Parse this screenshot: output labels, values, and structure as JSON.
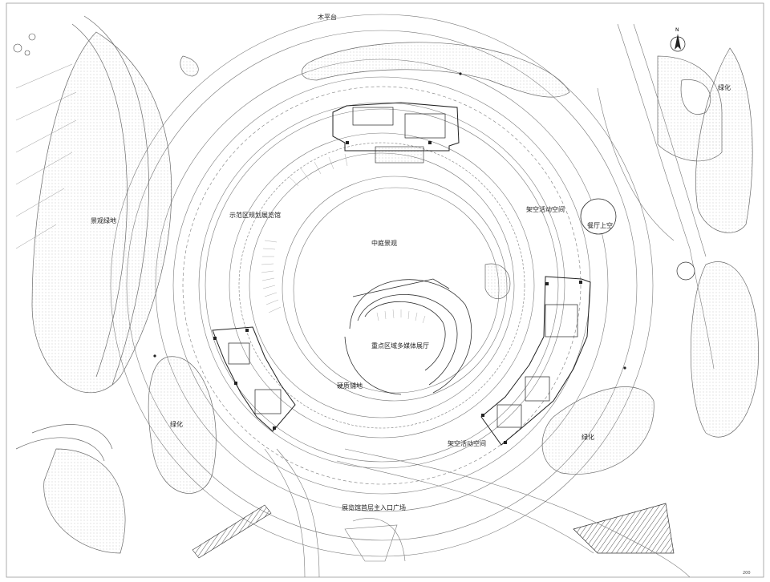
{
  "labels": {
    "wood_deck": "木平台",
    "landscape_green": "景观绿地",
    "planning_hall": "示范区规划展览馆",
    "courtyard": "中庭景观",
    "elevated_space_ne": "架空活动空间",
    "restaurant_above": "餐厅上空",
    "green_ne": "绿化",
    "multimedia_hall": "重点区域多媒体展厅",
    "hard_paving": "硬质铺地",
    "green_sw": "绿化",
    "elevated_space_s": "架空活动空间",
    "green_se": "绿化",
    "entrance_plaza": "展览馆首层主入口广场"
  },
  "north_arrow": {
    "letter": "N"
  },
  "scale_text": "200",
  "colors": {
    "line": "#6a6a6a",
    "dots": "#bbbbbb",
    "heavy": "#222222"
  }
}
